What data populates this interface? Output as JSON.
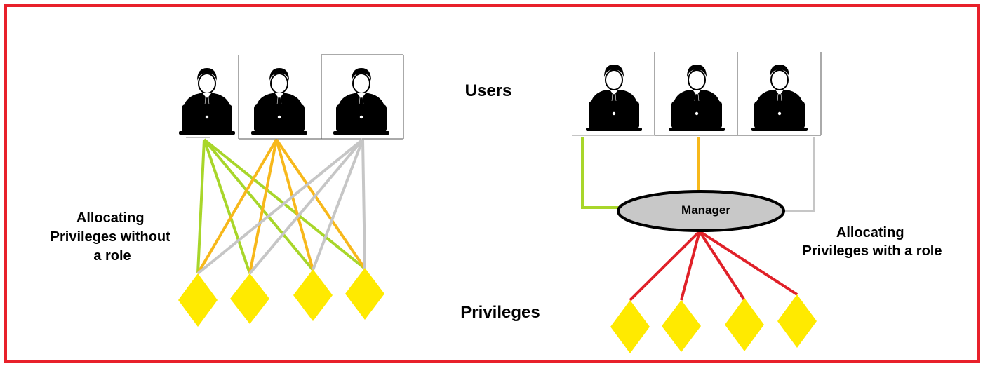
{
  "labels": {
    "users": "Users",
    "privileges": "Privileges",
    "manager": "Manager",
    "without_role": [
      "Allocating",
      "Privileges without",
      "a role"
    ],
    "with_role": [
      "Allocating",
      "Privileges with a role"
    ]
  },
  "icons": {
    "user": "user-at-laptop-icon",
    "privilege": "yellow-diamond-icon",
    "role": "manager-ellipse"
  },
  "colors": {
    "frame": "#e8202a",
    "user1_link": "#a8d62a",
    "user2_link": "#f7b81b",
    "user3_link": "#c6c6c6",
    "role_link": "#e02028",
    "privilege": "#ffea00",
    "manager_fill": "#c8c8c8"
  }
}
